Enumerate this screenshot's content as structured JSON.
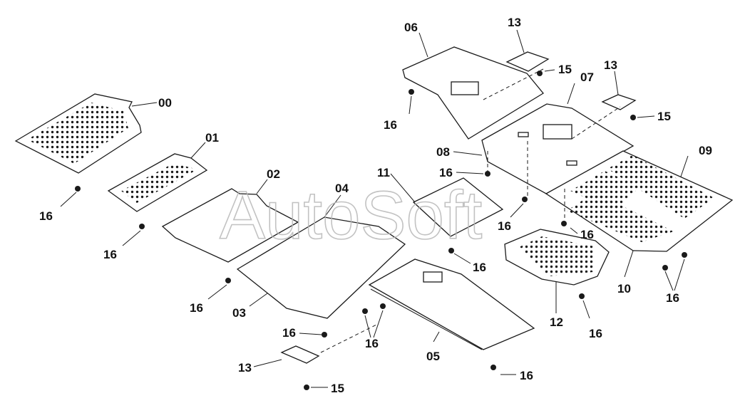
{
  "watermark": "AutoSoft",
  "labels": {
    "p00": "00",
    "p01": "01",
    "p02": "02",
    "p03": "03",
    "p04": "04",
    "p05": "05",
    "p06": "06",
    "p07": "07",
    "p08": "08",
    "p09": "09",
    "p10": "10",
    "p11": "11",
    "p12": "12",
    "p13": "13",
    "p15": "15",
    "p16": "16"
  }
}
